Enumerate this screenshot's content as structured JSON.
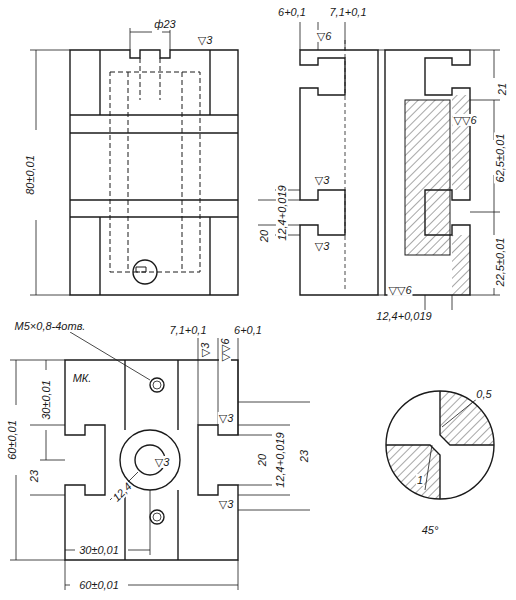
{
  "diagram": {
    "labels": [
      "ф23",
      "▽3",
      "80±0,01",
      "6+0,1",
      "7,1+0,1",
      "▽6",
      "▽3",
      "▽3",
      "12,4+0,019",
      "20",
      "21",
      "▽▽6",
      "62,5±0,01",
      "22,5±0,01",
      "▽▽6",
      "12,4+0,019",
      "М5×0,8-4отв.",
      "7,1+0,1",
      "6+0,1",
      "▽3",
      "▽▽6",
      "МК.",
      "30±0,01",
      "60±0,01",
      "23",
      "12,4+0,019",
      "20",
      "23",
      "12,4",
      "▽3",
      "▽3",
      "▽3",
      "30±0,01",
      "60±0,01",
      "0,5",
      "1",
      "45°"
    ]
  }
}
